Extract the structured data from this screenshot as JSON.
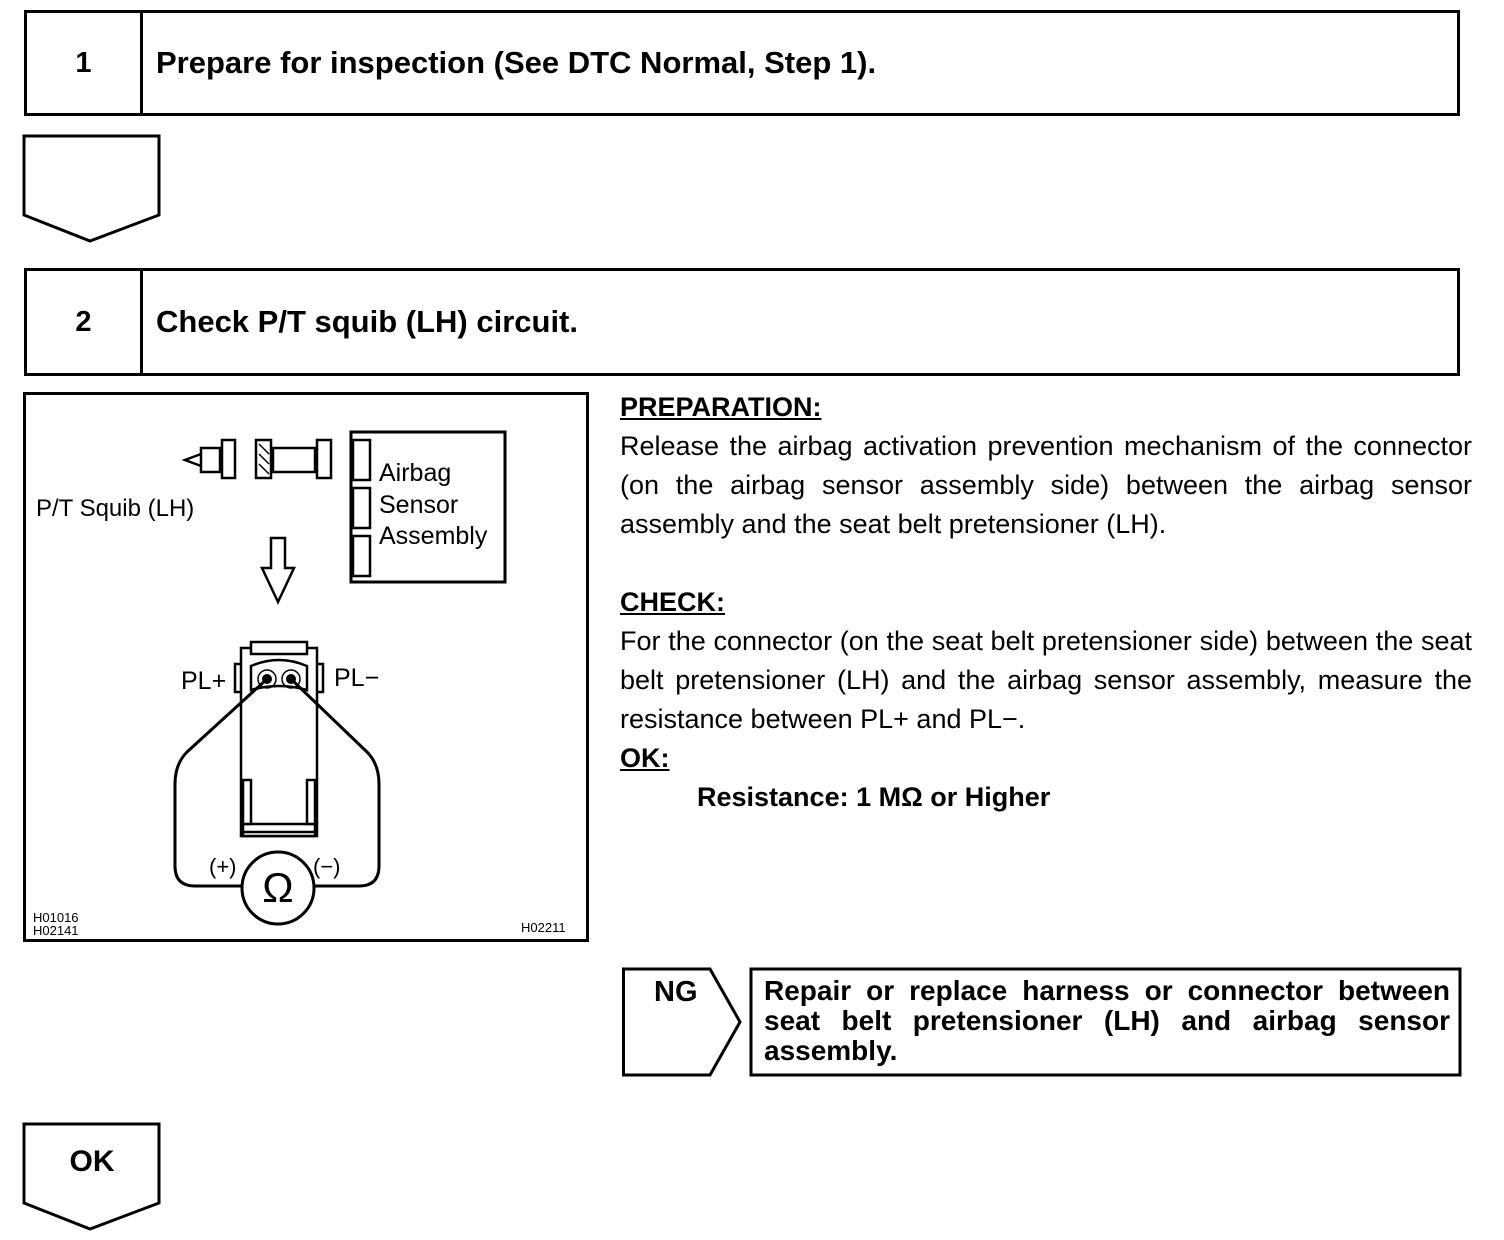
{
  "step1": {
    "number": "1",
    "title": "Prepare for inspection (See DTC Normal, Step 1)."
  },
  "step2": {
    "number": "2",
    "title": "Check P/T squib (LH) circuit."
  },
  "figure": {
    "squib_label": "P/T Squib (LH)",
    "sensor_label_line1": "Airbag",
    "sensor_label_line2": "Sensor",
    "sensor_label_line3": "Assembly",
    "pl_plus": "PL+",
    "pl_minus": "PL−",
    "probe_plus": "(+)",
    "probe_minus": "(−)",
    "ohm_symbol": "Ω",
    "code_left_1": "H01016",
    "code_left_2": "H02141",
    "code_right": "H02211"
  },
  "preparation": {
    "heading": "PREPARATION:",
    "text": "Release the airbag activation prevention mechanism of the connector (on the airbag sensor assembly side) between the airbag sensor assembly and the seat belt pretensioner (LH)."
  },
  "check": {
    "heading": "CHECK:",
    "text": "For the connector (on the seat belt pretensioner side) between the seat belt pretensioner (LH) and the airbag sensor assembly, measure the resistance between PL+ and PL−."
  },
  "ok_spec": {
    "heading": "OK:",
    "text": "Resistance: 1 MΩ or Higher"
  },
  "ng": {
    "label": "NG",
    "text": "Repair or replace harness or connector between seat belt pretensioner (LH) and airbag sensor assembly."
  },
  "ok_arrow": {
    "label": "OK"
  }
}
